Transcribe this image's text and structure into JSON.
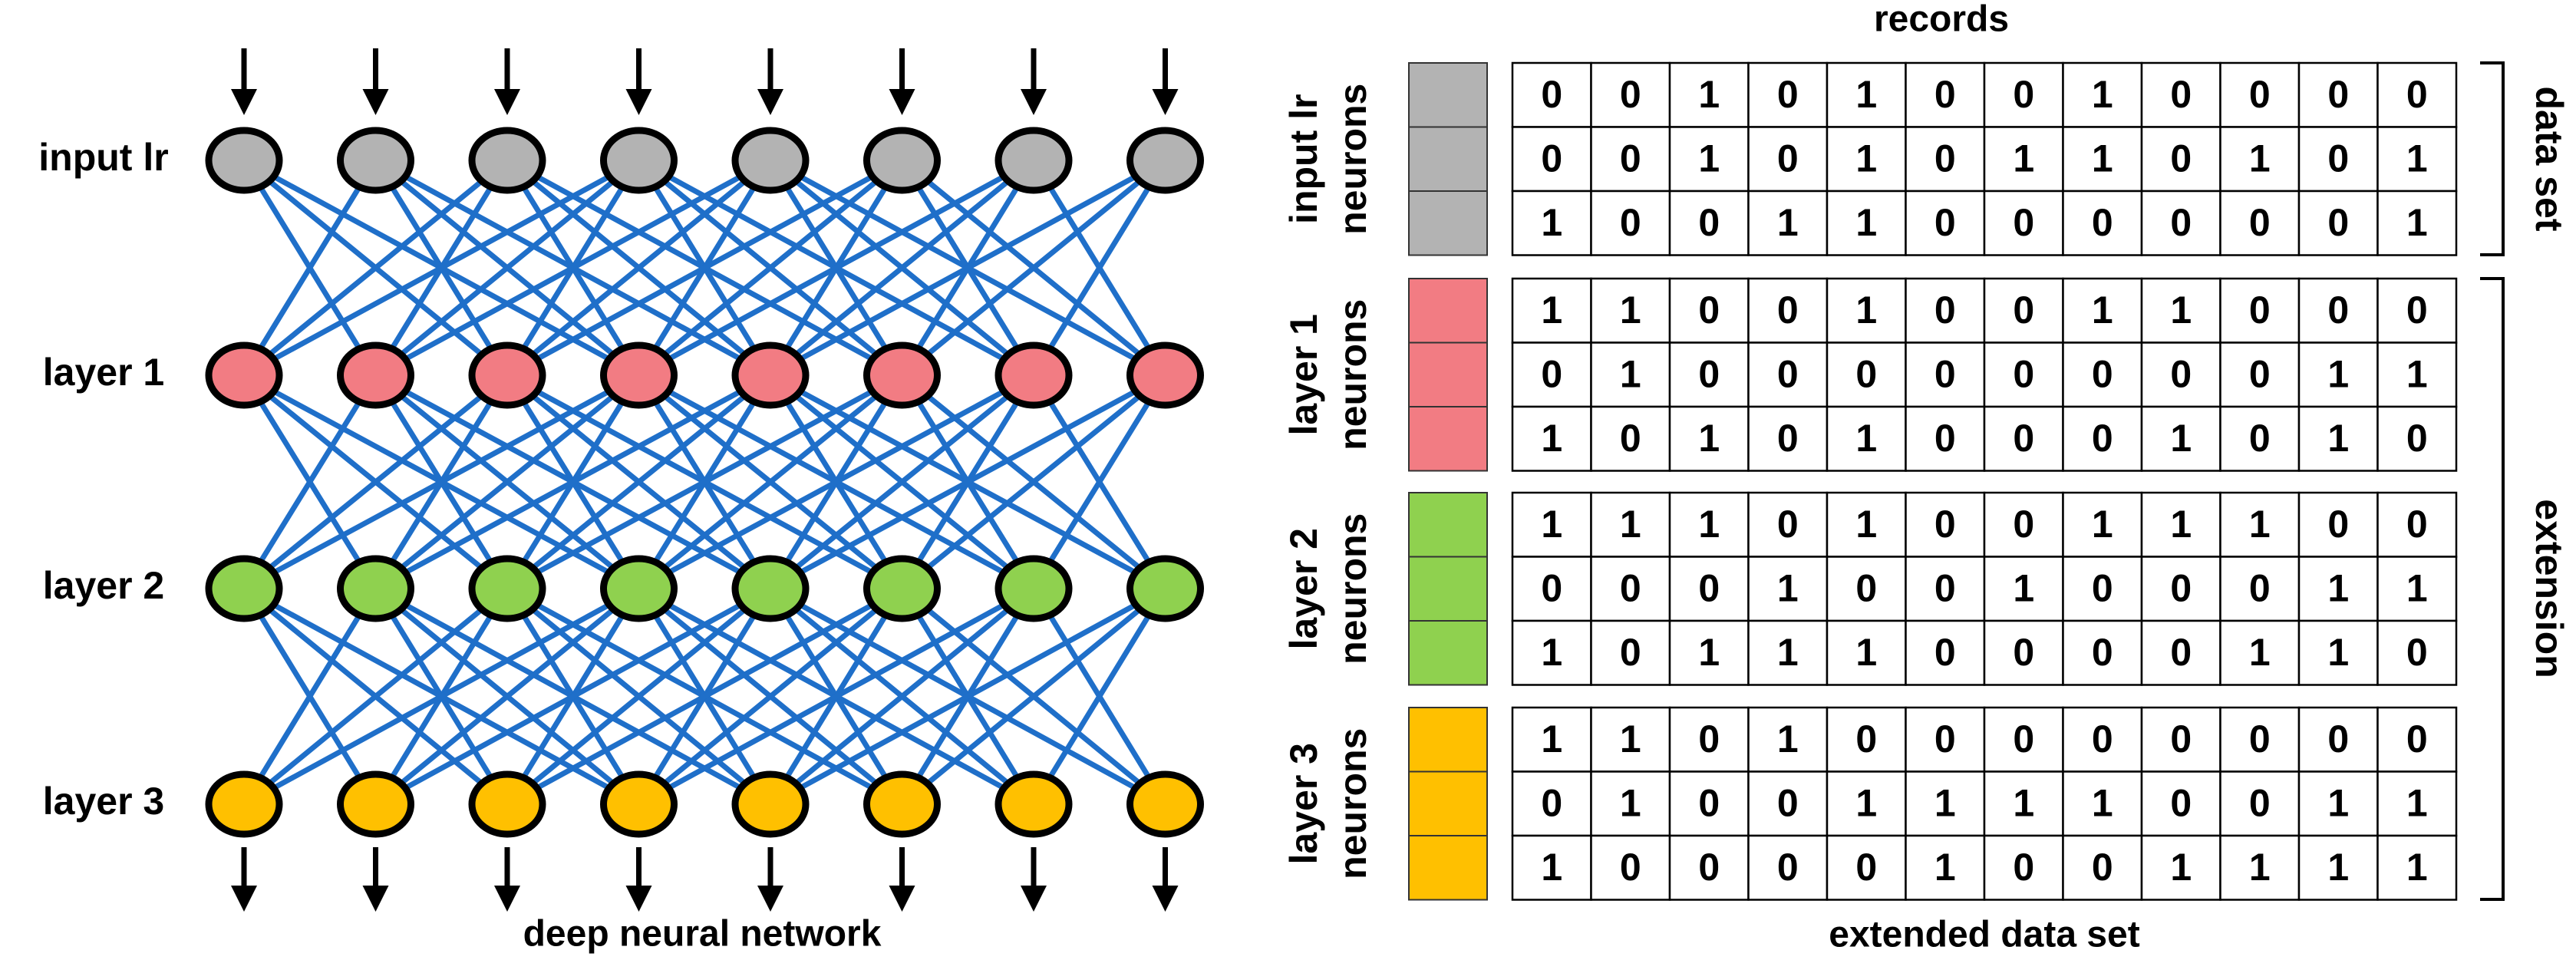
{
  "network": {
    "layer_labels": [
      "input lr",
      "layer 1",
      "layer 2",
      "layer 3"
    ],
    "neurons_per_layer": 8,
    "layer_colors": [
      "#b3b3b3",
      "#f27c83",
      "#8fd14f",
      "#ffc000"
    ],
    "edge_color": "#1f6fc9",
    "caption": "deep neural network"
  },
  "table": {
    "header": "records",
    "footer": "extended data set",
    "bracket_labels": [
      "data set",
      "extension"
    ],
    "blocks": [
      {
        "label_lines": [
          "input lr",
          "neurons"
        ],
        "color": "#b3b3b3",
        "rows": [
          [
            "0",
            "0",
            "1",
            "0",
            "1",
            "0",
            "0",
            "1",
            "0",
            "0",
            "0",
            "0"
          ],
          [
            "0",
            "0",
            "1",
            "0",
            "1",
            "0",
            "1",
            "1",
            "0",
            "1",
            "0",
            "1"
          ],
          [
            "1",
            "0",
            "0",
            "1",
            "1",
            "0",
            "0",
            "0",
            "0",
            "0",
            "0",
            "1"
          ]
        ]
      },
      {
        "label_lines": [
          "layer 1",
          "neurons"
        ],
        "color": "#f27c83",
        "rows": [
          [
            "1",
            "1",
            "0",
            "0",
            "1",
            "0",
            "0",
            "1",
            "1",
            "0",
            "0",
            "0"
          ],
          [
            "0",
            "1",
            "0",
            "0",
            "0",
            "0",
            "0",
            "0",
            "0",
            "0",
            "1",
            "1"
          ],
          [
            "1",
            "0",
            "1",
            "0",
            "1",
            "0",
            "0",
            "0",
            "1",
            "0",
            "1",
            "0"
          ]
        ]
      },
      {
        "label_lines": [
          "layer 2",
          "neurons"
        ],
        "color": "#8fd14f",
        "rows": [
          [
            "1",
            "1",
            "1",
            "0",
            "1",
            "0",
            "0",
            "1",
            "1",
            "1",
            "0",
            "0"
          ],
          [
            "0",
            "0",
            "0",
            "1",
            "0",
            "0",
            "1",
            "0",
            "0",
            "0",
            "1",
            "1"
          ],
          [
            "1",
            "0",
            "1",
            "1",
            "1",
            "0",
            "0",
            "0",
            "0",
            "1",
            "1",
            "0"
          ]
        ]
      },
      {
        "label_lines": [
          "layer 3",
          "neurons"
        ],
        "color": "#ffc000",
        "rows": [
          [
            "1",
            "1",
            "0",
            "1",
            "0",
            "0",
            "0",
            "0",
            "0",
            "0",
            "0",
            "0"
          ],
          [
            "0",
            "1",
            "0",
            "0",
            "1",
            "1",
            "1",
            "1",
            "0",
            "0",
            "1",
            "1"
          ],
          [
            "1",
            "0",
            "0",
            "0",
            "0",
            "1",
            "0",
            "0",
            "1",
            "1",
            "1",
            "1"
          ]
        ]
      }
    ]
  }
}
